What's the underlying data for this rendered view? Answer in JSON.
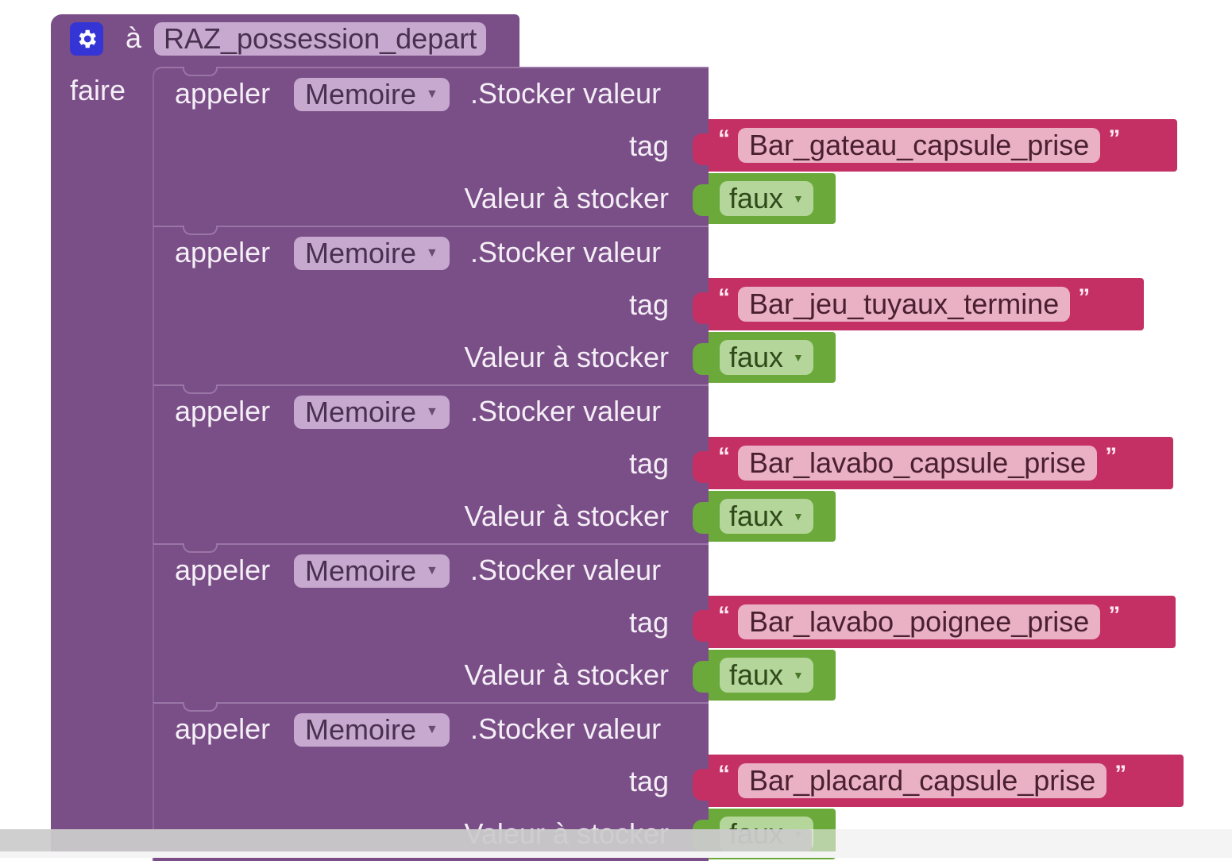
{
  "procedure": {
    "to_label": "à",
    "name": "RAZ_possession_depart",
    "do_label": "faire"
  },
  "calls": [
    {
      "call_label": "appeler",
      "component": "Memoire",
      "method": ".Stocker valeur",
      "tag_label": "tag",
      "tag_value": "Bar_gateau_capsule_prise",
      "value_label": "Valeur à stocker",
      "value": "faux"
    },
    {
      "call_label": "appeler",
      "component": "Memoire",
      "method": ".Stocker valeur",
      "tag_label": "tag",
      "tag_value": "Bar_jeu_tuyaux_termine",
      "value_label": "Valeur à stocker",
      "value": "faux"
    },
    {
      "call_label": "appeler",
      "component": "Memoire",
      "method": ".Stocker valeur",
      "tag_label": "tag",
      "tag_value": "Bar_lavabo_capsule_prise",
      "value_label": "Valeur à stocker",
      "value": "faux"
    },
    {
      "call_label": "appeler",
      "component": "Memoire",
      "method": ".Stocker valeur",
      "tag_label": "tag",
      "tag_value": "Bar_lavabo_poignee_prise",
      "value_label": "Valeur à stocker",
      "value": "faux"
    },
    {
      "call_label": "appeler",
      "component": "Memoire",
      "method": ".Stocker valeur",
      "tag_label": "tag",
      "tag_value": "Bar_placard_capsule_prise",
      "value_label": "Valeur à stocker",
      "value": "faux"
    }
  ],
  "icons": {
    "procedure": "gear-icon",
    "dropdown": "dropdown-arrow-icon"
  },
  "colors": {
    "procedure_block": "#7a4e87",
    "text_block": "#c42f64",
    "logic_block": "#6aa93a",
    "gear_badge": "#3535d6"
  }
}
